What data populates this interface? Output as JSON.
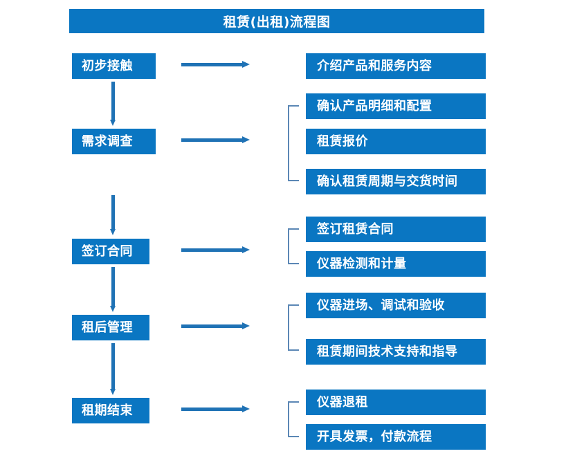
{
  "diagram": {
    "title": "租赁(出租)流程图",
    "theme": {
      "box_fill": "#0a76c2",
      "box_text": "#ffffff",
      "arrow_color": "#1f72b5",
      "bracket_color": "#5b87b5",
      "background": "#ffffff"
    },
    "stages": [
      {
        "id": "stage-1",
        "label": "初步接触"
      },
      {
        "id": "stage-2",
        "label": "需求调查"
      },
      {
        "id": "stage-3",
        "label": "签订合同"
      },
      {
        "id": "stage-4",
        "label": "租后管理"
      },
      {
        "id": "stage-5",
        "label": "租期结束"
      }
    ],
    "details": [
      {
        "id": "detail-1",
        "label": "介绍产品和服务内容",
        "stage": "初步接触"
      },
      {
        "id": "detail-2",
        "label": "确认产品明细和配置",
        "stage": "需求调查"
      },
      {
        "id": "detail-3",
        "label": "租赁报价",
        "stage": "需求调查"
      },
      {
        "id": "detail-4",
        "label": "确认租赁周期与交货时间",
        "stage": "需求调查"
      },
      {
        "id": "detail-5",
        "label": "签订租赁合同",
        "stage": "签订合同"
      },
      {
        "id": "detail-6",
        "label": "仪器检测和计量",
        "stage": "签订合同"
      },
      {
        "id": "detail-7",
        "label": "仪器进场、调试和验收",
        "stage": "租后管理"
      },
      {
        "id": "detail-8",
        "label": "租赁期间技术支持和指导",
        "stage": "租后管理"
      },
      {
        "id": "detail-9",
        "label": "仪器退租",
        "stage": "租期结束"
      },
      {
        "id": "detail-10",
        "label": "开具发票，付款流程",
        "stage": "租期结束"
      }
    ],
    "connectors": {
      "vertical_arrow_icon": "arrow-down-icon",
      "horizontal_arrow_icon": "arrow-right-icon",
      "bracket_icon": "group-bracket-icon"
    }
  }
}
